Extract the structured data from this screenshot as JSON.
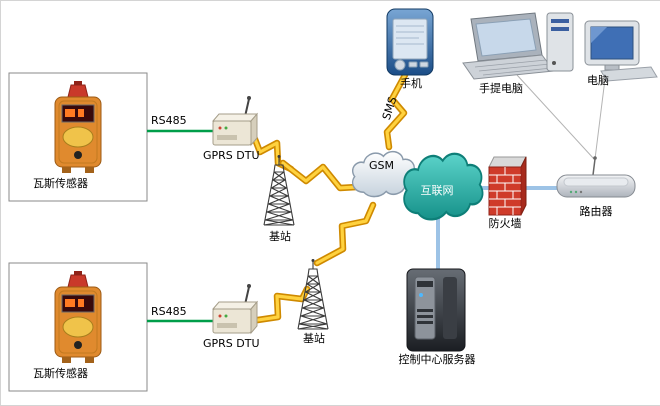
{
  "nodes": {
    "phone": "手机",
    "laptop": "手提电脑",
    "desktop": "电脑",
    "sensor_top": "瓦斯传感器",
    "sensor_bottom": "瓦斯传感器",
    "dtu_top": "GPRS  DTU",
    "dtu_bottom": "GPRS  DTU",
    "base_station_top": "基站",
    "base_station_bottom": "基站",
    "gsm": "GSM",
    "internet": "互联网",
    "firewall": "防火墙",
    "router": "路由器",
    "server": "控制中心服务器"
  },
  "links": {
    "rs485_top": "RS485",
    "rs485_bottom": "RS485",
    "sms": "SMS"
  },
  "colors": {
    "rs485_line": "#009e49",
    "backbone_line": "#9dc3e6",
    "lightning": "#ffd23f",
    "internet_cloud": "#2fb5ad",
    "firewall_brick": "#cf3b2a"
  }
}
